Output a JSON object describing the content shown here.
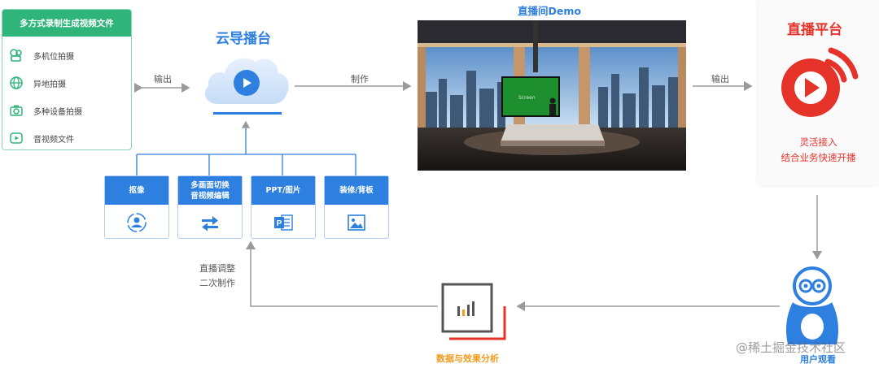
{
  "sources": {
    "title": "多方式录制生成视频文件",
    "items": [
      {
        "label": "多机位拍摄",
        "icon": "camera-icon"
      },
      {
        "label": "异地拍摄",
        "icon": "globe-icon"
      },
      {
        "label": "多种设备拍摄",
        "icon": "device-camera-icon"
      },
      {
        "label": "音视频文件",
        "icon": "video-file-icon"
      }
    ]
  },
  "edges": {
    "output_left": "输出",
    "produce": "制作",
    "output_right": "输出",
    "adjust_line1": "直播调整",
    "adjust_line2": "二次制作"
  },
  "cloud": {
    "title": "云导播台",
    "icon": "play-icon"
  },
  "tools": [
    {
      "label": "抠像",
      "icon": "person-target-icon"
    },
    {
      "label": "多画面切换\n音视频编辑",
      "icon": "switch-arrows-icon"
    },
    {
      "label": "PPT/图片",
      "icon": "powerpoint-icon"
    },
    {
      "label": "装修/背板",
      "icon": "image-icon"
    }
  ],
  "demo": {
    "title": "直播间Demo",
    "screen_text": "Screen"
  },
  "platform": {
    "title": "直播平台",
    "line1": "灵活接入",
    "line2": "结合业务快速开播",
    "icon": "live-broadcast-icon"
  },
  "analytics": {
    "label": "数据与效果分析",
    "icon": "bar-chart-icon"
  },
  "user": {
    "label": "用户观看",
    "icon": "viewer-avatar-icon"
  },
  "watermark": "@稀土掘金技术社区",
  "colors": {
    "green": "#2fb57a",
    "blue": "#2d7fe0",
    "red": "#e6332a",
    "orange": "#f29b1d",
    "arrow": "#999999"
  }
}
